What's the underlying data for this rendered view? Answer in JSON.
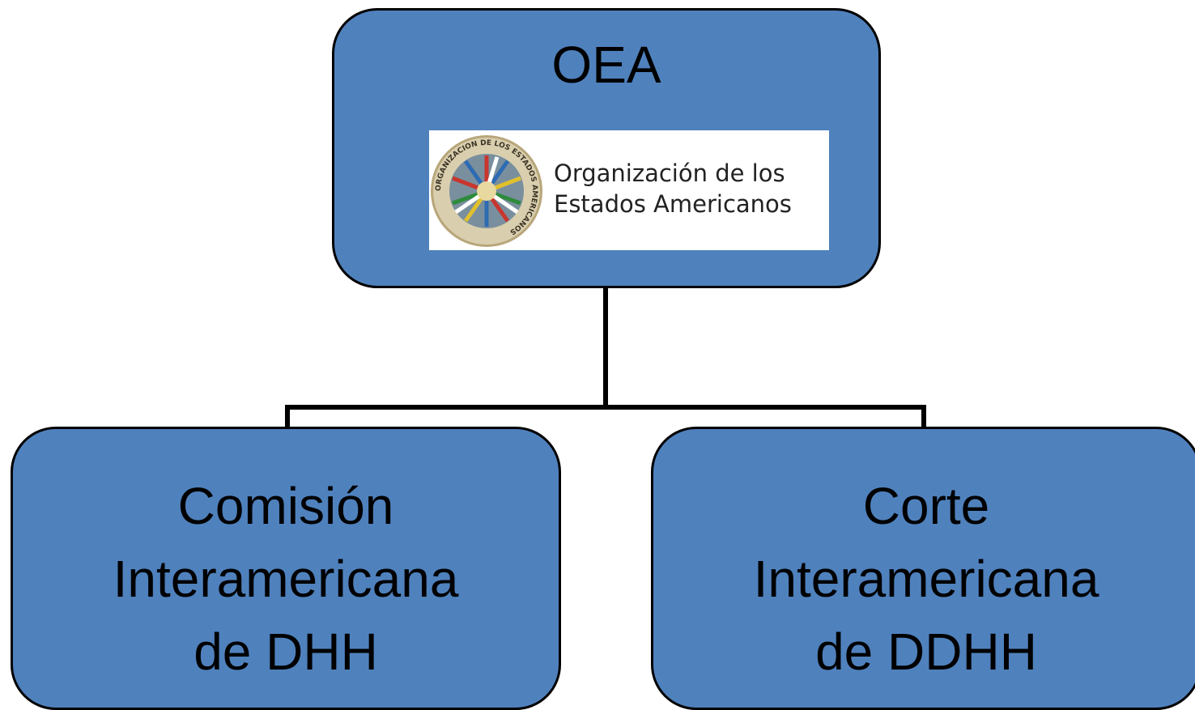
{
  "diagram": {
    "root": {
      "title": "OEA",
      "logo": {
        "line1": "Organización de los",
        "line2": "Estados Americanos",
        "seal_ring_text": "ORGANIZACION DE LOS ESTADOS AMERICANOS"
      }
    },
    "children": [
      {
        "line1": "Comisión",
        "line2": "Interamericana",
        "line3": "de DHH"
      },
      {
        "line1": "Corte",
        "line2": "Interamericana",
        "line3": "de DDHH"
      }
    ]
  },
  "colors": {
    "node_fill": "#4f81bd",
    "node_border": "#000000",
    "connector": "#000000",
    "background": "#ffffff"
  }
}
